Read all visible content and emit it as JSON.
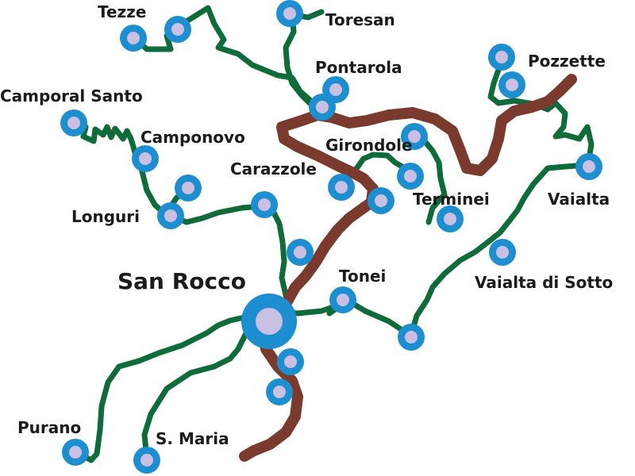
{
  "map": {
    "colors": {
      "main_road": "#7a3a2e",
      "minor_road": "#0f6b3a",
      "marker_outer": "#1d8fd1",
      "marker_inner": "#c9c0e4",
      "label_text": "#1b1b1b"
    },
    "main_place": "San Rocco",
    "places": [
      {
        "id": "tezze",
        "name": "Tezze"
      },
      {
        "id": "toresan",
        "name": "Toresan"
      },
      {
        "id": "pontarola",
        "name": "Pontarola"
      },
      {
        "id": "pozzette",
        "name": "Pozzette"
      },
      {
        "id": "camporal-santo",
        "name": "Camporal Santo"
      },
      {
        "id": "camponovo",
        "name": "Camponovo"
      },
      {
        "id": "girondole",
        "name": "Girondole"
      },
      {
        "id": "carazzole",
        "name": "Carazzole"
      },
      {
        "id": "terminei",
        "name": "Terminei"
      },
      {
        "id": "vaialta",
        "name": "Vaialta"
      },
      {
        "id": "longuri",
        "name": "Longuri"
      },
      {
        "id": "tonei",
        "name": "Tonei"
      },
      {
        "id": "vaialta-di-sotto",
        "name": "Vaialta di Sotto"
      },
      {
        "id": "purano",
        "name": "Purano"
      },
      {
        "id": "s-maria",
        "name": "S. Maria"
      }
    ]
  }
}
